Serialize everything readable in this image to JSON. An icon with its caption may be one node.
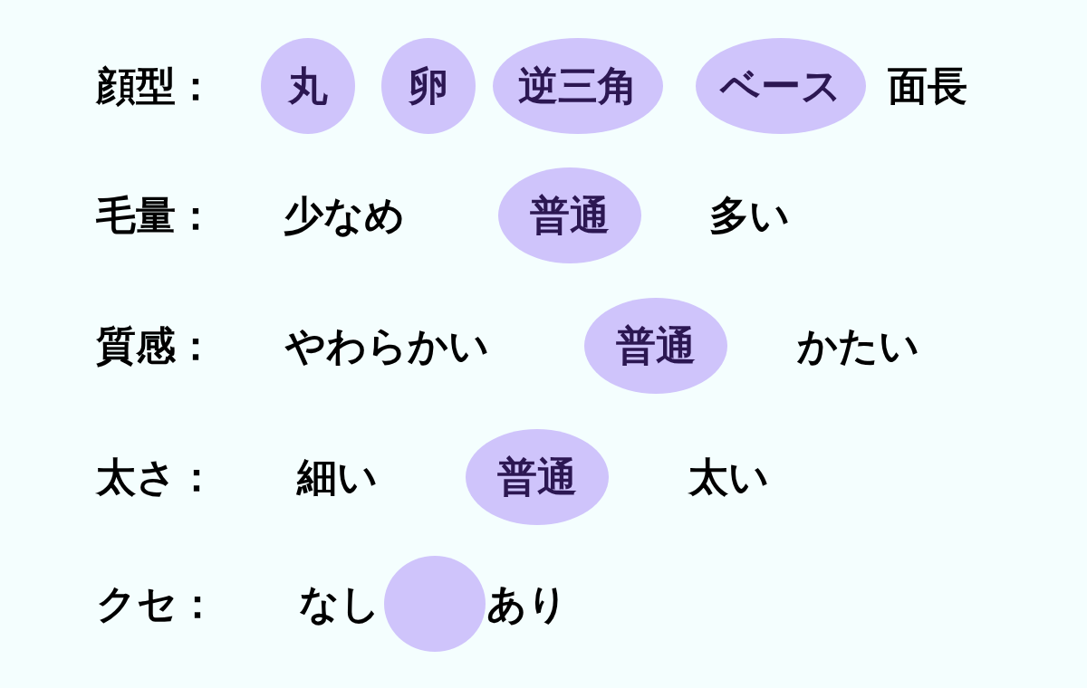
{
  "diagram": {
    "nodes": [
      {
        "text": [
          "丸"
        ]
      },
      {
        "text": [
          "卵"
        ]
      },
      {
        "text": [
          "逆三角"
        ]
      },
      {
        "text": [
          "ベース"
        ]
      },
      {
        "text": [
          "普通"
        ]
      },
      {
        "text": [
          "普通"
        ]
      },
      {
        "text": [
          "普通"
        ]
      },
      {
        "text": [],
        "shape": "circle"
      }
    ],
    "labels": [
      "顔型：",
      "面長",
      "毛量：",
      "少なめ",
      "多い",
      "質感：",
      "やわらかい",
      "かたい",
      "太さ：",
      "細い",
      "太い",
      "クセ：",
      "なし",
      "あり"
    ]
  }
}
